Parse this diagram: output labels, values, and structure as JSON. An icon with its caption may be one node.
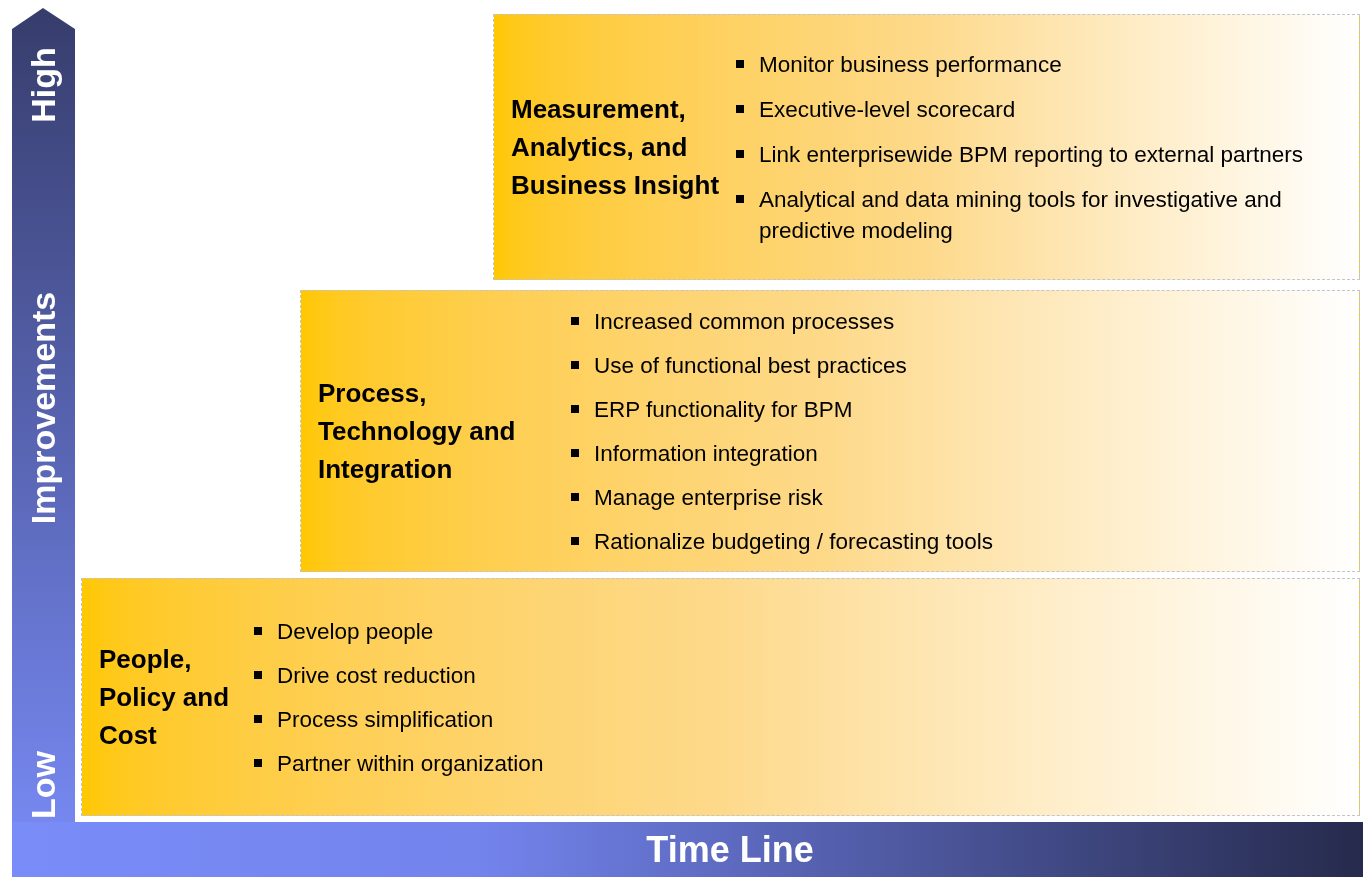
{
  "diagram": {
    "nodes": [
      {
        "text": [
          "Measurement, Analytics, and Business Insight",
          "Monitor business performance",
          "Executive-level scorecard",
          "Link enterprisewide BPM reporting to external partners",
          "Analytical and data mining tools for investigative and predictive modeling"
        ]
      },
      {
        "text": [
          "Process, Technology and Integration",
          "Increased common processes",
          "Use of functional best practices",
          "ERP functionality for BPM",
          "Information integration",
          "Manage enterprise risk",
          "Rationalize budgeting / forecasting tools"
        ]
      },
      {
        "text": [
          "People, Policy and Cost",
          "Develop people",
          "Drive cost reduction",
          "Process simplification",
          "Partner within organization"
        ]
      }
    ],
    "labels": [
      "High",
      "Improvements",
      "Low",
      "Time Line"
    ]
  }
}
